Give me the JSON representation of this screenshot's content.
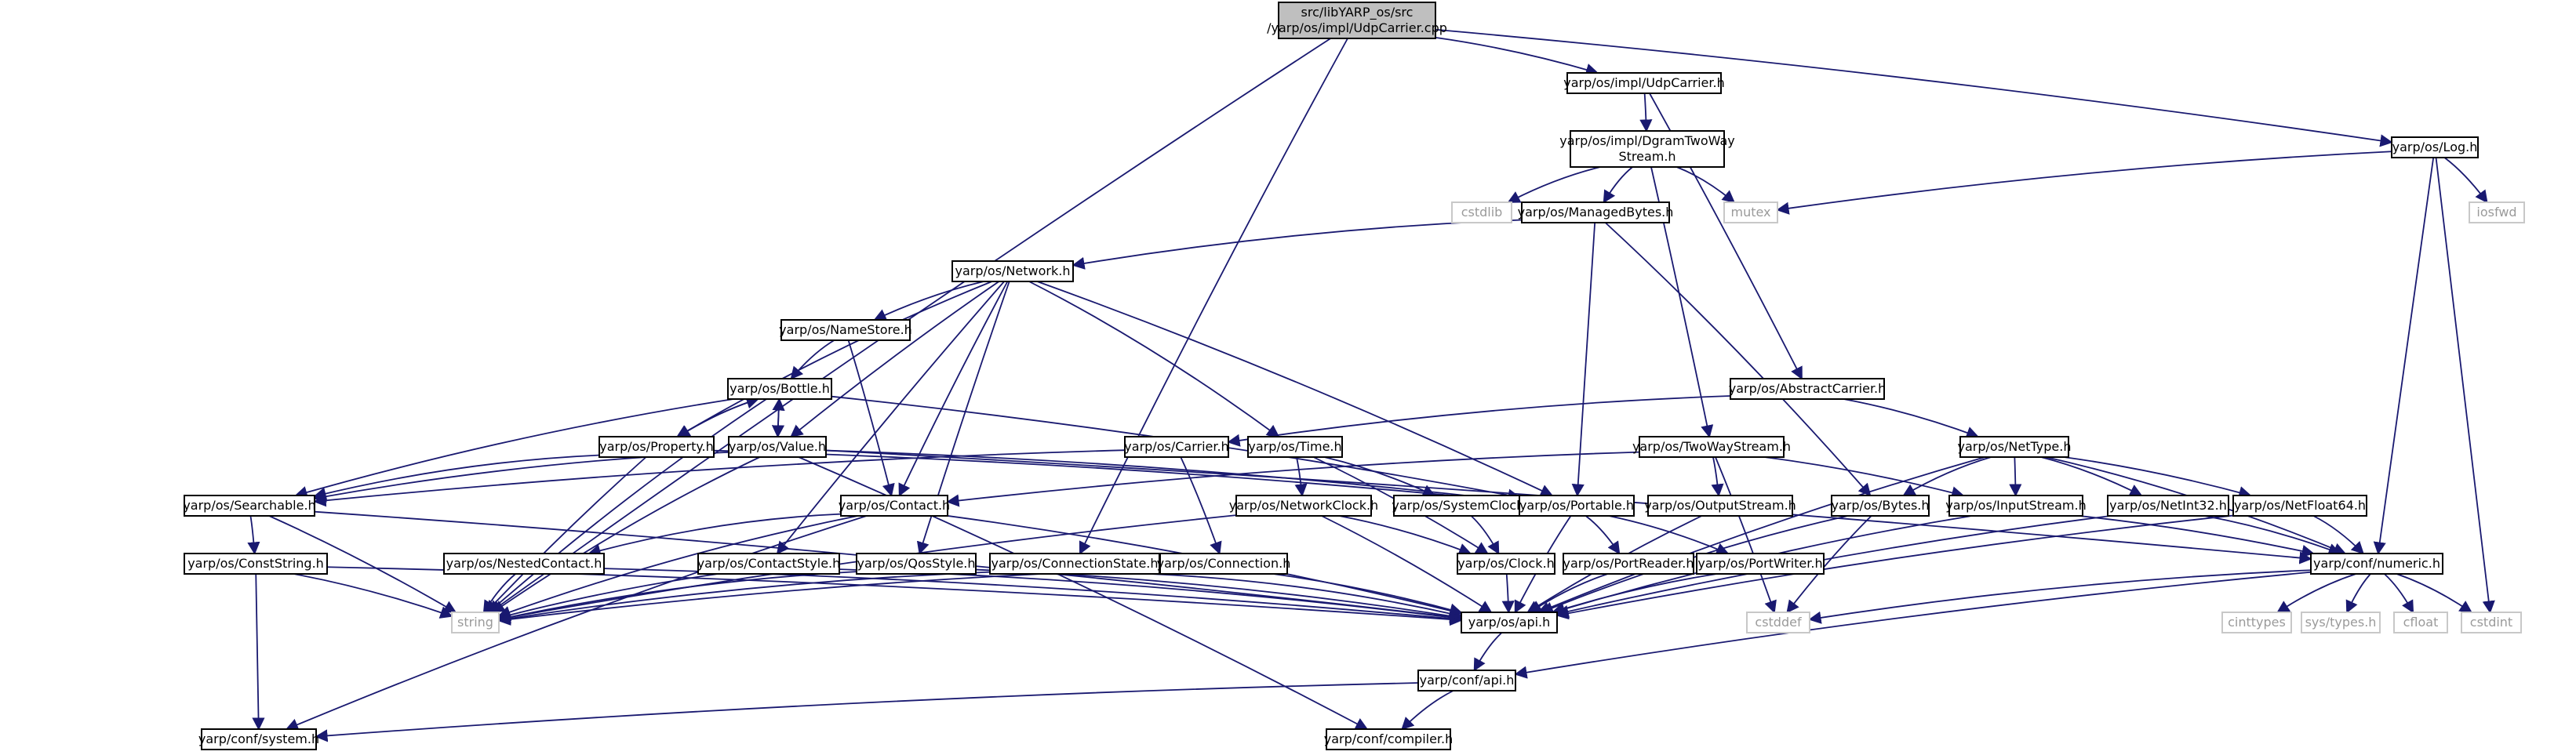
{
  "colors": {
    "edge": "#191970",
    "root_fill": "#bfbfbf",
    "node_fill": "#ffffff",
    "border": "#000000",
    "external_text": "#9a9a9a"
  },
  "nodes": {
    "root": {
      "lines": [
        "src/libYARP_os/src",
        "/yarp/os/impl/UdpCarrier.cpp"
      ]
    },
    "udpcarrier_h": {
      "lines": [
        "yarp/os/impl/UdpCarrier.h"
      ]
    },
    "log_h": {
      "lines": [
        "yarp/os/Log.h"
      ]
    },
    "dgram": {
      "lines": [
        "yarp/os/impl/DgramTwoWay",
        "Stream.h"
      ]
    },
    "cstdlib": {
      "lines": [
        "cstdlib"
      ]
    },
    "managedbytes": {
      "lines": [
        "yarp/os/ManagedBytes.h"
      ]
    },
    "mutex": {
      "lines": [
        "mutex"
      ]
    },
    "iosfwd": {
      "lines": [
        "iosfwd"
      ]
    },
    "network": {
      "lines": [
        "yarp/os/Network.h"
      ]
    },
    "namestore": {
      "lines": [
        "yarp/os/NameStore.h"
      ]
    },
    "bottle": {
      "lines": [
        "yarp/os/Bottle.h"
      ]
    },
    "property": {
      "lines": [
        "yarp/os/Property.h"
      ]
    },
    "value": {
      "lines": [
        "yarp/os/Value.h"
      ]
    },
    "abstractcarrier": {
      "lines": [
        "yarp/os/AbstractCarrier.h"
      ]
    },
    "carrier": {
      "lines": [
        "yarp/os/Carrier.h"
      ]
    },
    "time": {
      "lines": [
        "yarp/os/Time.h"
      ]
    },
    "twowaystream": {
      "lines": [
        "yarp/os/TwoWayStream.h"
      ]
    },
    "nettype": {
      "lines": [
        "yarp/os/NetType.h"
      ]
    },
    "searchable": {
      "lines": [
        "yarp/os/Searchable.h"
      ]
    },
    "contact": {
      "lines": [
        "yarp/os/Contact.h"
      ]
    },
    "networkclock": {
      "lines": [
        "yarp/os/NetworkClock.h"
      ]
    },
    "systemclock": {
      "lines": [
        "yarp/os/SystemClock.h"
      ]
    },
    "portable": {
      "lines": [
        "yarp/os/Portable.h"
      ]
    },
    "outputstream": {
      "lines": [
        "yarp/os/OutputStream.h"
      ]
    },
    "bytes": {
      "lines": [
        "yarp/os/Bytes.h"
      ]
    },
    "inputstream": {
      "lines": [
        "yarp/os/InputStream.h"
      ]
    },
    "netint32": {
      "lines": [
        "yarp/os/NetInt32.h"
      ]
    },
    "netfloat64": {
      "lines": [
        "yarp/os/NetFloat64.h"
      ]
    },
    "conststring": {
      "lines": [
        "yarp/os/ConstString.h"
      ]
    },
    "nestedcontact": {
      "lines": [
        "yarp/os/NestedContact.h"
      ]
    },
    "contactstyle": {
      "lines": [
        "yarp/os/ContactStyle.h"
      ]
    },
    "qosstyle": {
      "lines": [
        "yarp/os/QosStyle.h"
      ]
    },
    "connectionstate": {
      "lines": [
        "yarp/os/ConnectionState.h"
      ]
    },
    "connection": {
      "lines": [
        "yarp/os/Connection.h"
      ]
    },
    "clock": {
      "lines": [
        "yarp/os/Clock.h"
      ]
    },
    "portreader": {
      "lines": [
        "yarp/os/PortReader.h"
      ]
    },
    "portwriter": {
      "lines": [
        "yarp/os/PortWriter.h"
      ]
    },
    "numeric": {
      "lines": [
        "yarp/conf/numeric.h"
      ]
    },
    "string": {
      "lines": [
        "string"
      ]
    },
    "api_os": {
      "lines": [
        "yarp/os/api.h"
      ]
    },
    "cstddef": {
      "lines": [
        "cstddef"
      ]
    },
    "cinttypes": {
      "lines": [
        "cinttypes"
      ]
    },
    "systypes": {
      "lines": [
        "sys/types.h"
      ]
    },
    "cfloat": {
      "lines": [
        "cfloat"
      ]
    },
    "cstdint": {
      "lines": [
        "cstdint"
      ]
    },
    "api_conf": {
      "lines": [
        "yarp/conf/api.h"
      ]
    },
    "system": {
      "lines": [
        "yarp/conf/system.h"
      ]
    },
    "compiler": {
      "lines": [
        "yarp/conf/compiler.h"
      ]
    }
  },
  "edges": [
    [
      "root",
      "udpcarrier_h"
    ],
    [
      "root",
      "log_h"
    ],
    [
      "root",
      "string"
    ],
    [
      "root",
      "connectionstate"
    ],
    [
      "udpcarrier_h",
      "dgram"
    ],
    [
      "udpcarrier_h",
      "abstractcarrier"
    ],
    [
      "dgram",
      "cstdlib"
    ],
    [
      "dgram",
      "managedbytes"
    ],
    [
      "dgram",
      "mutex"
    ],
    [
      "dgram",
      "twowaystream"
    ],
    [
      "log_h",
      "mutex"
    ],
    [
      "log_h",
      "iosfwd"
    ],
    [
      "log_h",
      "numeric"
    ],
    [
      "log_h",
      "cstdint"
    ],
    [
      "managedbytes",
      "network"
    ],
    [
      "managedbytes",
      "portable"
    ],
    [
      "managedbytes",
      "bytes"
    ],
    [
      "network",
      "namestore"
    ],
    [
      "network",
      "property"
    ],
    [
      "network",
      "value"
    ],
    [
      "network",
      "contact"
    ],
    [
      "network",
      "time"
    ],
    [
      "network",
      "portable"
    ],
    [
      "network",
      "contactstyle"
    ],
    [
      "network",
      "qosstyle"
    ],
    [
      "namestore",
      "bottle"
    ],
    [
      "namestore",
      "contact"
    ],
    [
      "bottle",
      "property"
    ],
    [
      "bottle",
      "value"
    ],
    [
      "bottle",
      "searchable"
    ],
    [
      "bottle",
      "portable"
    ],
    [
      "bottle",
      "string"
    ],
    [
      "property",
      "bottle"
    ],
    [
      "property",
      "searchable"
    ],
    [
      "property",
      "portable"
    ],
    [
      "property",
      "string"
    ],
    [
      "value",
      "bottle"
    ],
    [
      "value",
      "searchable"
    ],
    [
      "value",
      "portable"
    ],
    [
      "value",
      "numeric"
    ],
    [
      "value",
      "string"
    ],
    [
      "value",
      "compiler"
    ],
    [
      "abstractcarrier",
      "carrier"
    ],
    [
      "abstractcarrier",
      "nettype"
    ],
    [
      "carrier",
      "connection"
    ],
    [
      "carrier",
      "searchable"
    ],
    [
      "time",
      "networkclock"
    ],
    [
      "time",
      "systemclock"
    ],
    [
      "time",
      "clock"
    ],
    [
      "twowaystream",
      "contact"
    ],
    [
      "twowaystream",
      "outputstream"
    ],
    [
      "twowaystream",
      "inputstream"
    ],
    [
      "twowaystream",
      "cstddef"
    ],
    [
      "nettype",
      "bytes"
    ],
    [
      "nettype",
      "inputstream"
    ],
    [
      "nettype",
      "netint32"
    ],
    [
      "nettype",
      "netfloat64"
    ],
    [
      "nettype",
      "numeric"
    ],
    [
      "nettype",
      "api_os"
    ],
    [
      "searchable",
      "conststring"
    ],
    [
      "searchable",
      "string"
    ],
    [
      "searchable",
      "api_os"
    ],
    [
      "contact",
      "nestedcontact"
    ],
    [
      "contact",
      "string"
    ],
    [
      "contact",
      "api_os"
    ],
    [
      "contact",
      "system"
    ],
    [
      "networkclock",
      "clock"
    ],
    [
      "networkclock",
      "api_os"
    ],
    [
      "networkclock",
      "string"
    ],
    [
      "systemclock",
      "clock"
    ],
    [
      "portable",
      "portreader"
    ],
    [
      "portable",
      "portwriter"
    ],
    [
      "portable",
      "api_os"
    ],
    [
      "outputstream",
      "api_os"
    ],
    [
      "bytes",
      "api_os"
    ],
    [
      "bytes",
      "cstddef"
    ],
    [
      "inputstream",
      "api_os"
    ],
    [
      "inputstream",
      "numeric"
    ],
    [
      "netint32",
      "numeric"
    ],
    [
      "netint32",
      "api_os"
    ],
    [
      "netfloat64",
      "numeric"
    ],
    [
      "netfloat64",
      "api_os"
    ],
    [
      "conststring",
      "string"
    ],
    [
      "conststring",
      "api_os"
    ],
    [
      "conststring",
      "system"
    ],
    [
      "nestedcontact",
      "string"
    ],
    [
      "nestedcontact",
      "api_os"
    ],
    [
      "contactstyle",
      "string"
    ],
    [
      "contactstyle",
      "api_os"
    ],
    [
      "qosstyle",
      "string"
    ],
    [
      "qosstyle",
      "api_os"
    ],
    [
      "connectionstate",
      "string"
    ],
    [
      "connectionstate",
      "api_os"
    ],
    [
      "connection",
      "string"
    ],
    [
      "connection",
      "api_os"
    ],
    [
      "clock",
      "api_os"
    ],
    [
      "portreader",
      "api_os"
    ],
    [
      "portwriter",
      "api_os"
    ],
    [
      "numeric",
      "cinttypes"
    ],
    [
      "numeric",
      "systypes"
    ],
    [
      "numeric",
      "cfloat"
    ],
    [
      "numeric",
      "cstdint"
    ],
    [
      "numeric",
      "cstddef"
    ],
    [
      "numeric",
      "api_conf"
    ],
    [
      "api_os",
      "api_conf"
    ],
    [
      "api_conf",
      "system"
    ],
    [
      "api_conf",
      "compiler"
    ]
  ]
}
